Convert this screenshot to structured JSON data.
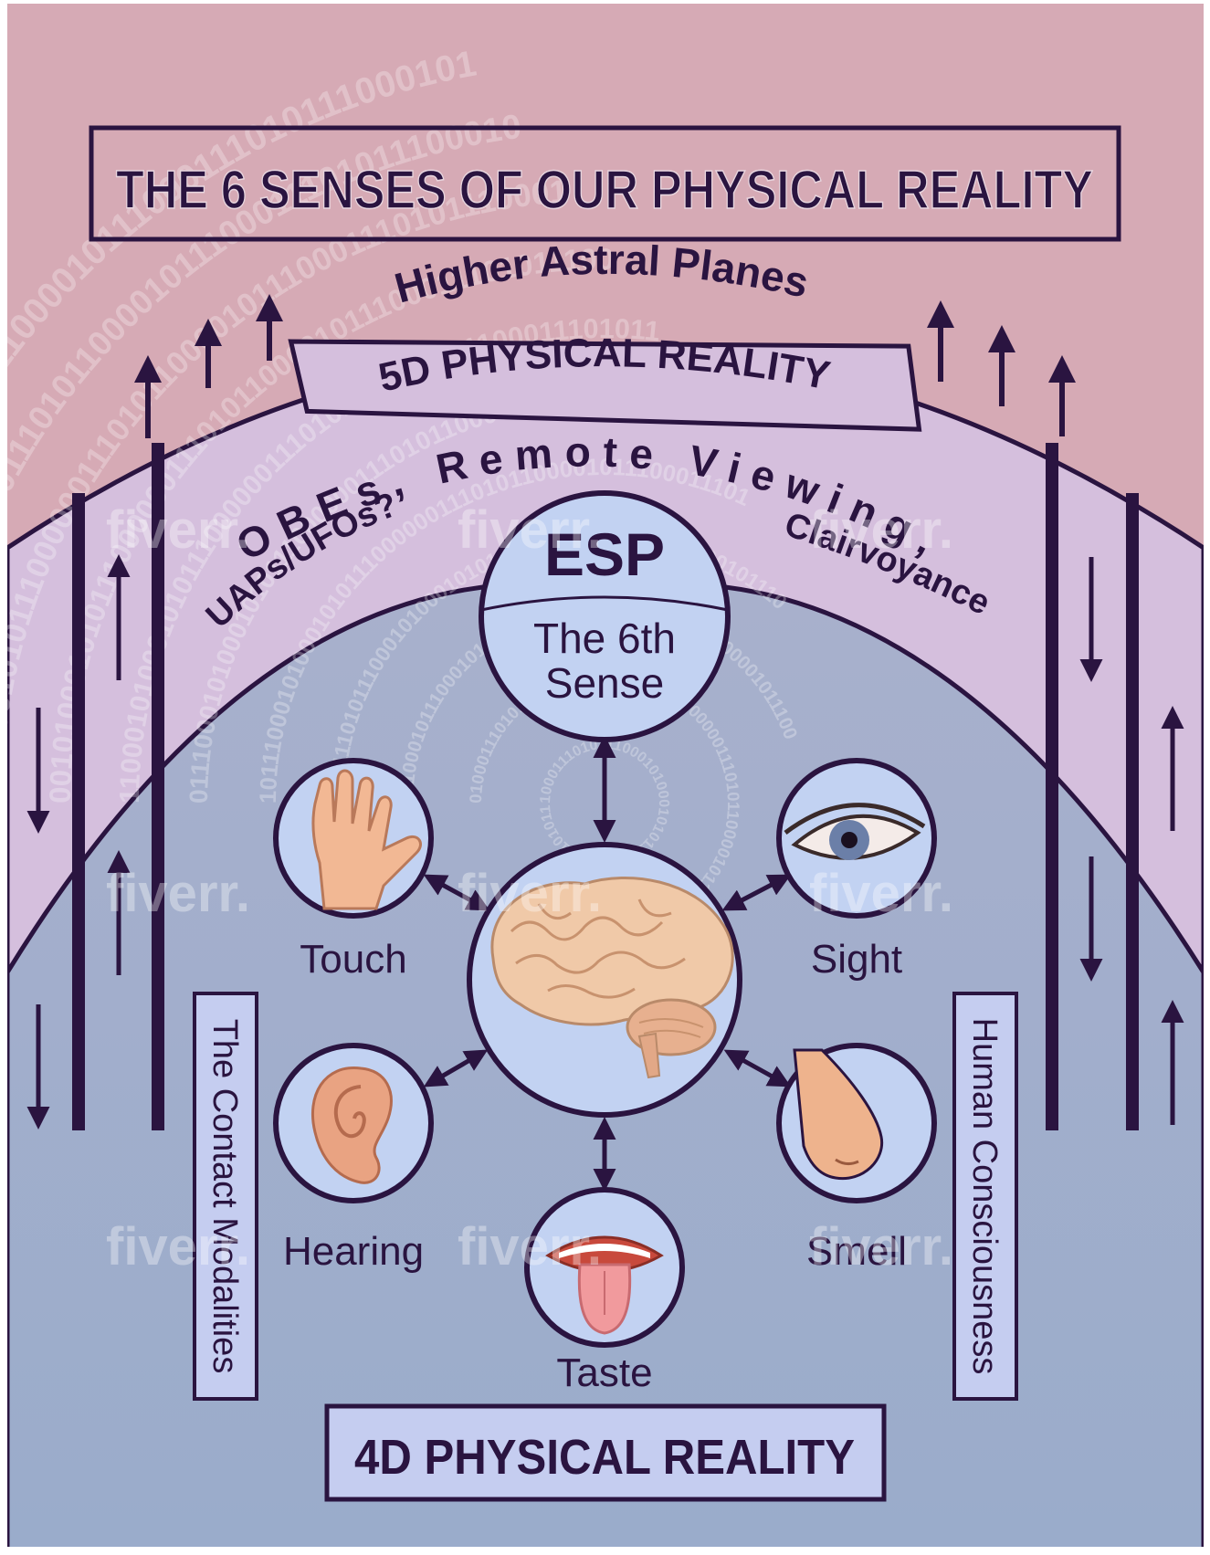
{
  "title": "THE 6 SENSES OF OUR PHYSICAL REALITY",
  "higher_planes": "Higher Astral Planes",
  "reality_5d": "5D PHYSICAL REALITY",
  "reality_4d": "4D PHYSICAL REALITY",
  "arc_text": "OBEs, Remote Viewing,",
  "uaps": "UAPs/UFOs?",
  "clairvoyance": "Clairvoyance",
  "esp": {
    "title": "ESP",
    "line1": "The 6th",
    "line2": "Sense"
  },
  "senses": {
    "touch": "Touch",
    "sight": "Sight",
    "hearing": "Hearing",
    "smell": "Smell",
    "taste": "Taste"
  },
  "side_left": "The Contact Modalities",
  "side_right": "Human Consciousness",
  "watermarks": [
    "fiverr.",
    "fiverr.",
    "fiverr.",
    "fiverr.",
    "fiverr.",
    "fiverr.",
    "fiverr.",
    "fiverr.",
    "fiverr."
  ],
  "binary_rings": [
    "1000111010111000101000101011100000011101011000010111",
    "0100011101011100010100010101110000001110101100001011",
    "1110001011100010100010101110000001110101100001011100",
    "0001110101110001010001010111000000111010110000101110",
    "1011100010100010101110000001110101100001011100011101",
    "0111000101000101011100000011101011000010111000111010",
    "1100010100010101110000001110101100001011100011101011",
    "0010100010101110000001110101100001011100011101011100",
    "1010001010111000000111010110000101110001110101110001",
    "0100010101110000001110101100001011100011101011100010",
    "1000101011100000011101011000010111000111010111000101"
  ],
  "colors": {
    "top_band": "#d6aab5",
    "mid_band": "#d5bfdd",
    "bottom_band": "#9facc8",
    "box_fill": "#c5cdf0",
    "ink": "#2a1440",
    "circle_fill": "#c2d2f2"
  }
}
